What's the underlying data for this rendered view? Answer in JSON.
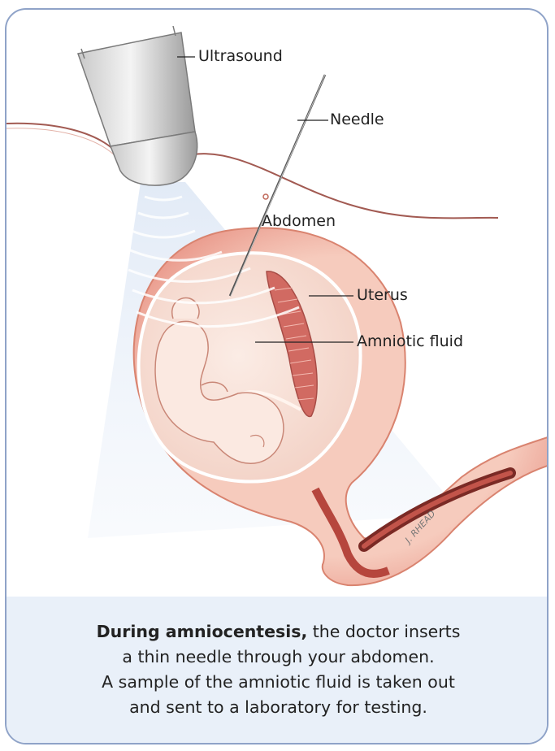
{
  "labels": {
    "ultrasound": "Ultrasound",
    "needle": "Needle",
    "abdomen": "Abdomen",
    "uterus": "Uterus",
    "amniotic_fluid": "Amniotic fluid"
  },
  "signature": "J. RHEAD",
  "caption": {
    "lead": "During amniocentesis,",
    "line1_rest": " the doctor inserts",
    "line2": "a thin needle through your abdomen.",
    "line3": "A sample of the amniotic fluid is taken out",
    "line4": "and sent to a laboratory for testing."
  }
}
